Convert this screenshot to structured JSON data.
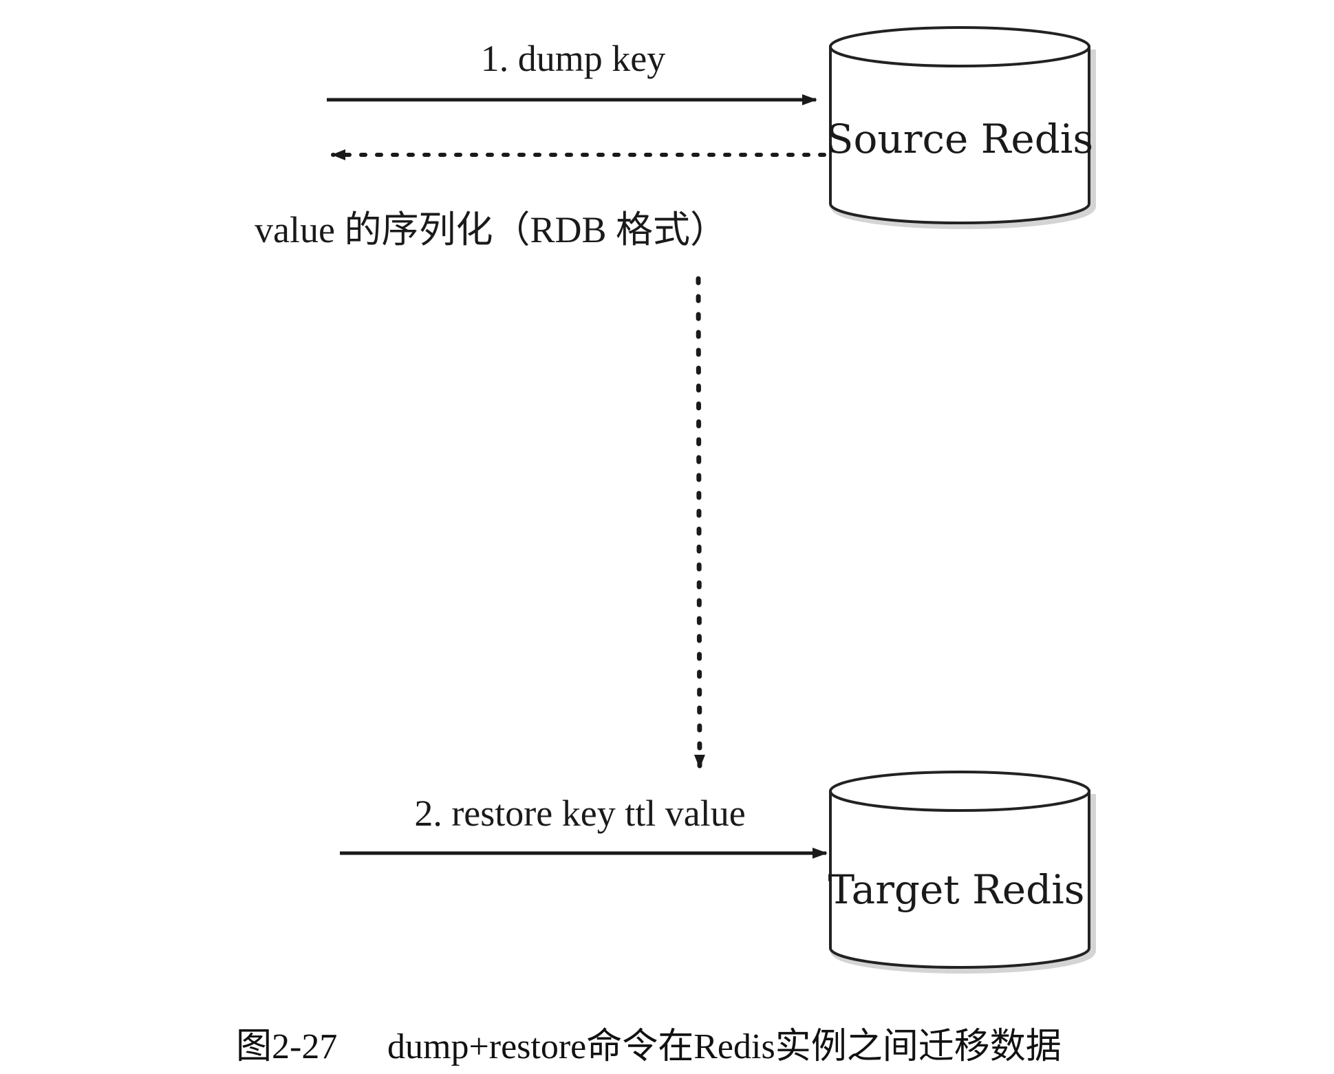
{
  "nodes": {
    "source": {
      "label": "Source Redis"
    },
    "target": {
      "label": "Target Redis"
    }
  },
  "edges": {
    "dump": {
      "label": "1. dump key"
    },
    "serialized": {
      "label": "value 的序列化（RDB 格式）"
    },
    "restore": {
      "label": "2. restore key ttl value"
    }
  },
  "caption": {
    "figure": "图2-27",
    "text": "dump+restore命令在Redis实例之间迁移数据"
  },
  "colors": {
    "ink": "#1a1a1a",
    "cylinder_stroke": "#222222",
    "cylinder_fill": "#ffffff",
    "shadow": "#9a9a9a"
  }
}
